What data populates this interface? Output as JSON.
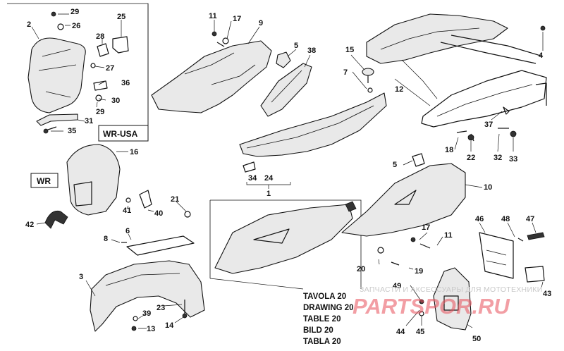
{
  "region_labels": {
    "wr_usa": "WR-USA",
    "wr": "WR"
  },
  "callouts": {
    "c29a": "29",
    "c26": "26",
    "c2": "2",
    "c25": "25",
    "c28": "28",
    "c27": "27",
    "c36": "36",
    "c30": "30",
    "c29b": "29",
    "c31": "31",
    "c35": "35",
    "c11a": "11",
    "c17a": "17",
    "c9": "9",
    "c5a": "5",
    "c38": "38",
    "c15": "15",
    "c7": "7",
    "c12": "12",
    "c4": "4",
    "c37": "37",
    "c18": "18",
    "c22": "22",
    "c32": "32",
    "c33": "33",
    "c16": "16",
    "c41": "41",
    "c40": "40",
    "c42": "42",
    "c21": "21",
    "c34": "34",
    "c24": "24",
    "c1": "1",
    "c5b": "5",
    "c10": "10",
    "c8": "8",
    "c6": "6",
    "c3": "3",
    "c23": "23",
    "c39": "39",
    "c14": "14",
    "c13": "13",
    "c17b": "17",
    "c11b": "11",
    "c20": "20",
    "c19": "19",
    "c46": "46",
    "c48": "48",
    "c47": "47",
    "c43": "43",
    "c49": "49",
    "c44": "44",
    "c45": "45",
    "c50": "50"
  },
  "captions": [
    "TAVOLA 20",
    "DRAWING 20",
    "TABLE 20",
    "BILD 20",
    "TABLA 20"
  ],
  "watermark": {
    "text": "ЗАПЧАСТИ И АКСЕССУАРЫ ДЛЯ МОТОТЕХНИКИ",
    "logo": "PARTSPOR.RU"
  }
}
